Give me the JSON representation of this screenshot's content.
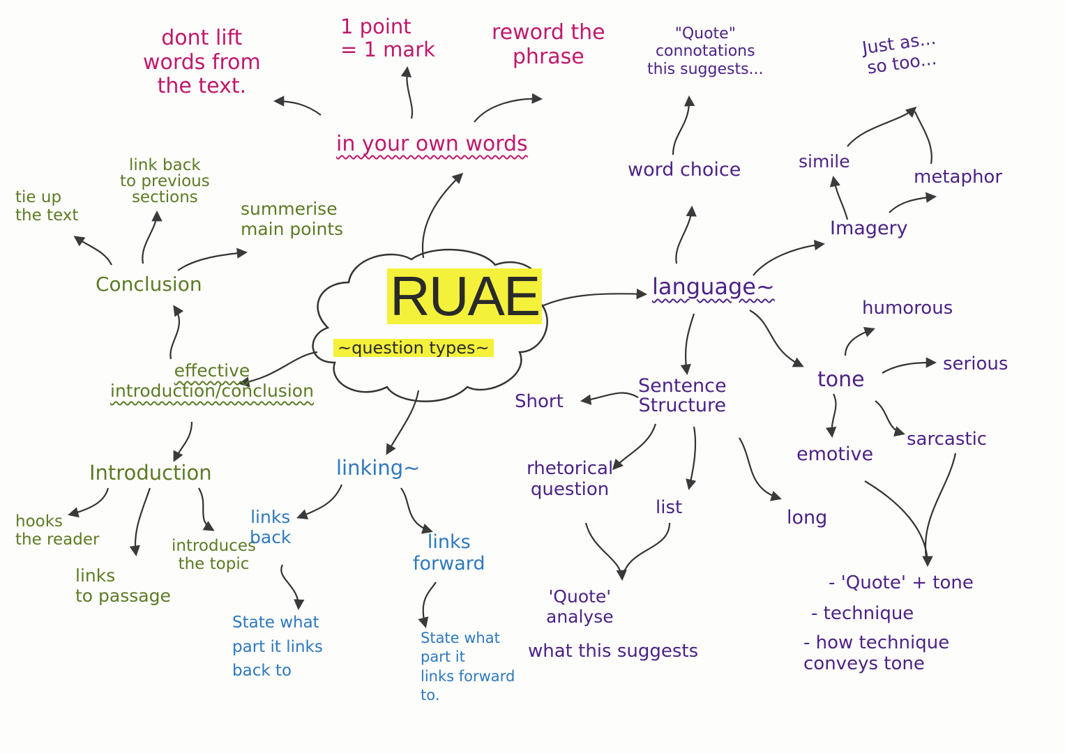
{
  "colors": {
    "magenta": "#c0186b",
    "green": "#5c7a25",
    "blue": "#2d78be",
    "purple": "#4c2286",
    "ink": "#2a2a2a",
    "highlight": "#f4f13b"
  },
  "center": {
    "title": "RUAE",
    "subtitle": "~question types~"
  },
  "nodes": {
    "own_words": "in your own words",
    "dont_lift": "dont lift\nwords from\nthe text.",
    "one_point": "1 point\n= 1 mark",
    "reword": "reword the\nphrase",
    "conclusion": "Conclusion",
    "tie_up": "tie up\nthe text",
    "link_back_prev": "link back\nto previous\nsections",
    "summerise": "summerise\nmain points",
    "effective": "effective\nintroduction/conclusion",
    "introduction": "Introduction",
    "hooks": "hooks\nthe reader",
    "links_passage": "links\nto passage",
    "introduces": "introduces\nthe topic",
    "linking": "linking~",
    "links_back": "links\nback",
    "links_forward": "links\nforward",
    "state_back": "State what\npart it links\nback to",
    "state_forward": "State what\npart it\nlinks forward\nto.",
    "language": "language~",
    "word_choice": "word choice",
    "quote_conn": "\"Quote\"\nconnotations\nthis suggests...",
    "imagery": "Imagery",
    "simile": "simile",
    "metaphor": "metaphor",
    "just_as": "Just as...\nso too...",
    "sentence": "Sentence\nStructure",
    "short": "Short",
    "rhetorical": "rhetorical\nquestion",
    "list": "list",
    "long": "long",
    "quote_analyse": "'Quote'\nanalyse",
    "what_suggests": "what this suggests",
    "tone": "tone",
    "humorous": "humorous",
    "serious": "serious",
    "sarcastic": "sarcastic",
    "emotive": "emotive",
    "tone_points": [
      "- 'Quote' + tone",
      "- technique",
      "- how technique\n  conveys tone"
    ]
  }
}
